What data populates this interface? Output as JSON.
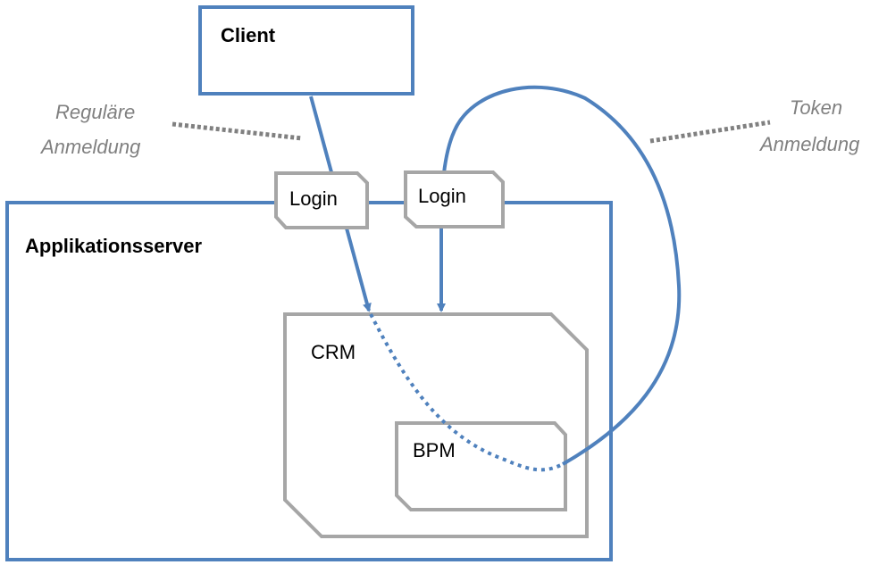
{
  "nodes": {
    "client": {
      "label": "Client"
    },
    "app_server": {
      "label": "Applikationsserver"
    },
    "login_regular": {
      "label": "Login"
    },
    "login_token": {
      "label": "Login"
    },
    "crm": {
      "label": "CRM"
    },
    "bpm": {
      "label": "BPM"
    }
  },
  "annotations": {
    "regular_line1": "Reguläre",
    "regular_line2": "Anmeldung",
    "token_line1": "Token",
    "token_line2": "Anmeldung"
  },
  "colors": {
    "blue": "#4F81BD",
    "gray": "#A6A6A6",
    "note_gray": "#808080"
  }
}
